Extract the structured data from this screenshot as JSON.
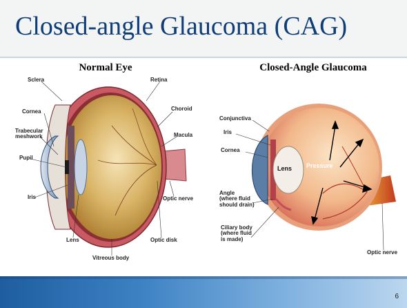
{
  "slide": {
    "title": "Closed-angle Glaucoma (CAG)",
    "page_number": "6",
    "left_panel": {
      "heading": "Normal Eye",
      "labels": {
        "sclera": "Sclera",
        "retina": "Retina",
        "cornea": "Cornea",
        "trabecular": "Trabecular\nmeshwork",
        "pupil": "Pupil",
        "choroid": "Choroid",
        "macula": "Macula",
        "iris": "Iris",
        "optic_nerve": "Optic nerve",
        "lens": "Lens",
        "optic_disk": "Optic disk",
        "vitreous": "Vitreous body"
      }
    },
    "right_panel": {
      "heading": "Closed-Angle Glaucoma",
      "labels": {
        "conjunctiva": "Conjunctiva",
        "iris": "Iris",
        "cornea": "Cornea",
        "lens": "Lens",
        "pressure": "Pressure",
        "angle": "Angle\n(where fluid\nshould drain)",
        "ciliary": "Ciliary body\n(where fluid\nis made)",
        "optic_nerve": "Optic nerve"
      }
    }
  }
}
